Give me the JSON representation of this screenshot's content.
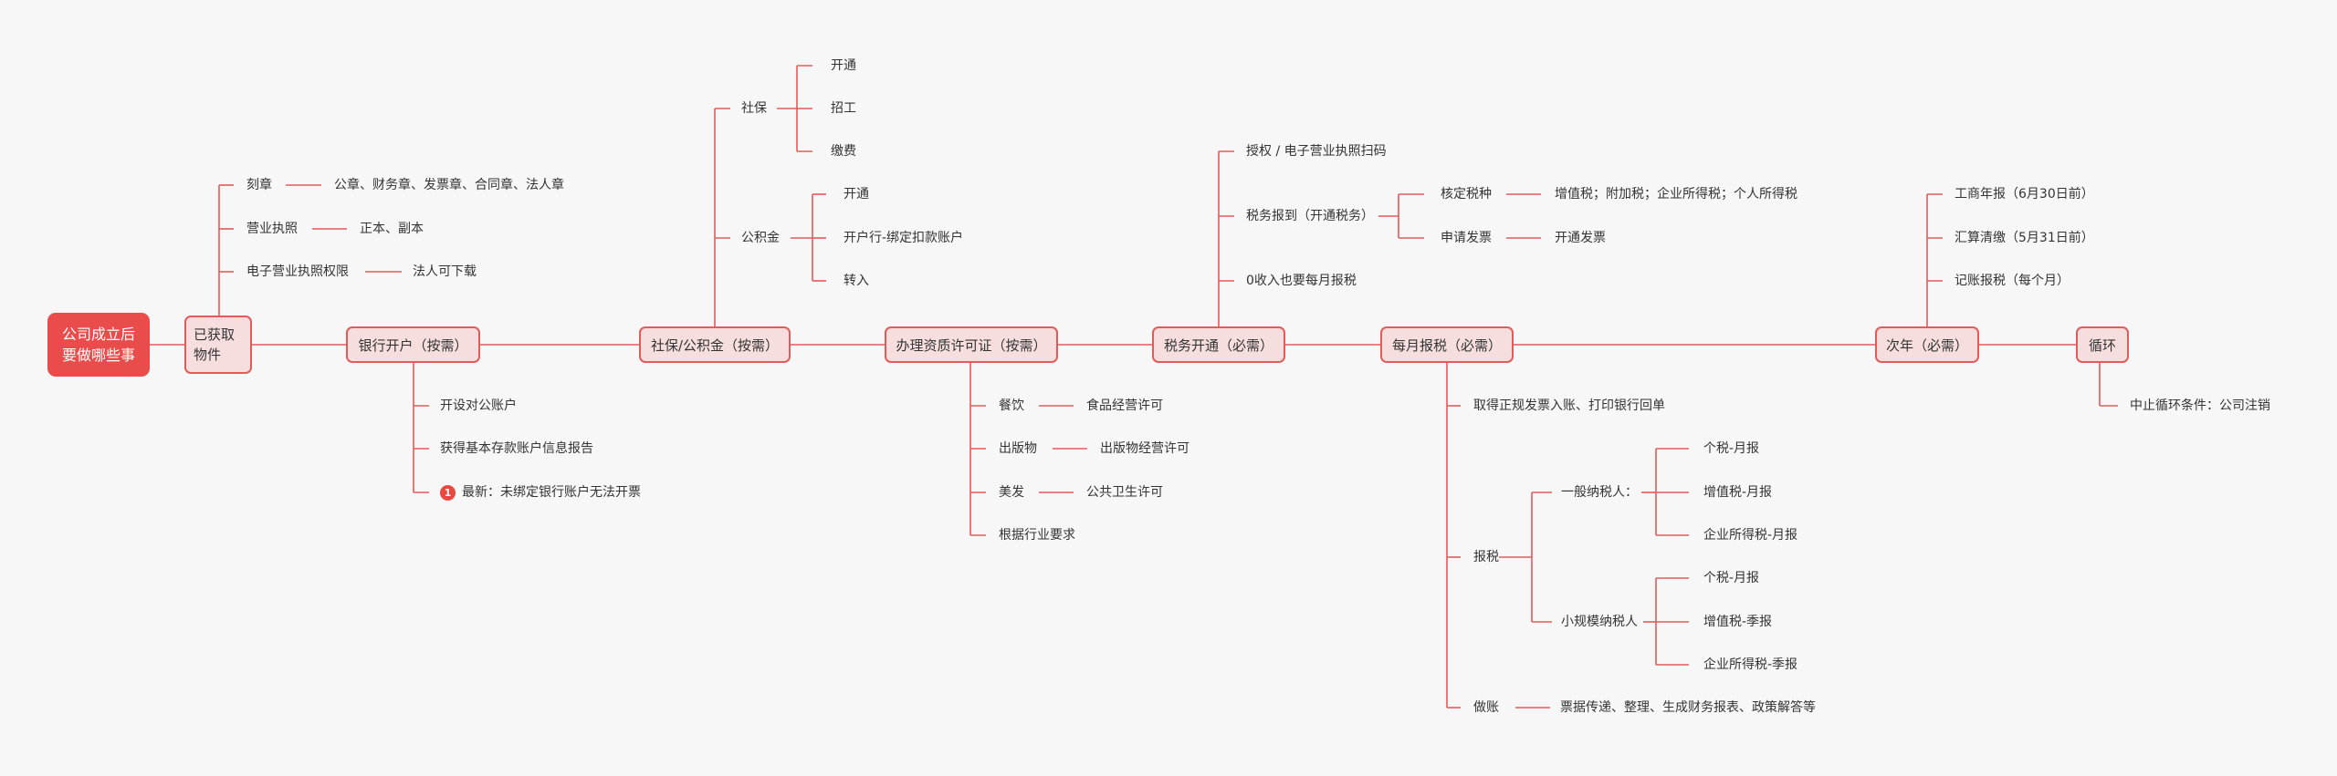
{
  "root": {
    "line1": "公司成立后",
    "line2": "要做哪些事"
  },
  "main_line_color": "#e25b5b",
  "branches": {
    "wuji": {
      "label_l1": "已获取",
      "label_l2": "物件",
      "children": [
        {
          "label": "刻章",
          "detail": "公章、财务章、发票章、合同章、法人章"
        },
        {
          "label": "营业执照",
          "detail": "正本、副本"
        },
        {
          "label": "电子营业执照权限",
          "detail": "法人可下载"
        }
      ]
    },
    "bank": {
      "label": "银行开户（按需）",
      "children": [
        "开设对公账户",
        "获得基本存款账户信息报告"
      ],
      "notice_badge": "1",
      "notice": "最新：未绑定银行账户无法开票"
    },
    "shebao": {
      "label": "社保/公积金（按需）",
      "shebao_label": "社保",
      "shebao_children": [
        "开通",
        "招工",
        "缴费"
      ],
      "gjj_label": "公积金",
      "gjj_children": [
        "开通",
        "开户行-绑定扣款账户",
        "转入"
      ]
    },
    "license": {
      "label": "办理资质许可证（按需）",
      "children": [
        {
          "label": "餐饮",
          "detail": "食品经营许可"
        },
        {
          "label": "出版物",
          "detail": "出版物经营许可"
        },
        {
          "label": "美发",
          "detail": "公共卫生许可"
        },
        {
          "label": "根据行业要求",
          "detail": ""
        }
      ]
    },
    "tax_open": {
      "label": "税务开通（必需）",
      "auth": "授权 / 电子营业执照扫码",
      "report": "税务报到（开通税务）",
      "core": "核定税种",
      "core_detail": "增值税；附加税；企业所得税；个人所得税",
      "invoice": "申请发票",
      "invoice_detail": "开通发票",
      "zero": "0收入也要每月报税"
    },
    "monthly": {
      "label": "每月报税（必需）",
      "invoice_item": "取得正规发票入账、打印银行回单",
      "tax": "报税",
      "general": "一般纳税人：",
      "general_children": [
        "个税-月报",
        "增值税-月报",
        "企业所得税-月报"
      ],
      "small": "小规模纳税人",
      "small_children": [
        "个税-月报",
        "增值税-季报",
        "企业所得税-季报"
      ],
      "books": "做账",
      "books_detail": "票据传递、整理、生成财务报表、政策解答等"
    },
    "next_year": {
      "label": "次年（必需）",
      "children": [
        "工商年报（6月30日前）",
        "汇算清缴（5月31日前）",
        "记账报税（每个月）"
      ]
    },
    "loop": {
      "label": "循环",
      "child": "中止循环条件：公司注销"
    }
  }
}
